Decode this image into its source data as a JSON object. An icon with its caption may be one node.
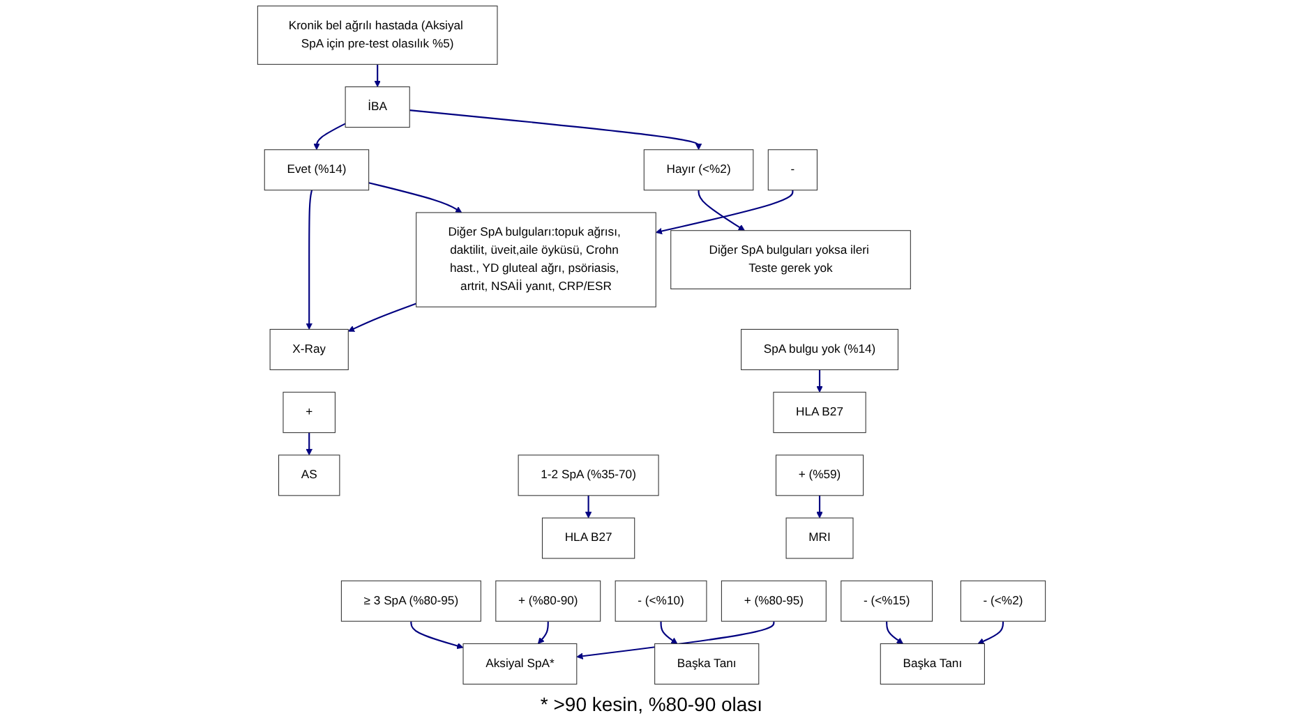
{
  "diagram": {
    "nodes": [
      {
        "text": [
          "Kronik bel ağrılı hastada (Aksiyal SpA için pre-test olasılık %5)"
        ]
      },
      {
        "text": [
          "İBA"
        ]
      },
      {
        "text": [
          "Evet (%14)"
        ]
      },
      {
        "text": [
          "Hayır (<%2)"
        ]
      },
      {
        "text": [
          "Diğer SpA bulguları:topuk ağrısı, daktilit, üveit,aile öyküsü, Crohn hast., YD gluteal ağrı, psöriasis, artrit, NSAİİ yanıt, CRP/ESR"
        ]
      },
      {
        "text": [
          "Diğer SpA bulguları yoksa ileri Teste gerek yok"
        ]
      },
      {
        "text": [
          "X-Ray"
        ]
      },
      {
        "text": [
          "+"
        ]
      },
      {
        "text": [
          "-"
        ]
      },
      {
        "text": [
          "≥ 3 SpA (%80-95)"
        ]
      },
      {
        "text": [
          "1-2 SpA (%35-70)"
        ]
      },
      {
        "text": [
          "SpA bulgu yok (%14)"
        ]
      },
      {
        "text": [
          "HLA B27"
        ]
      },
      {
        "text": [
          "HLA B27"
        ]
      },
      {
        "text": [
          "+ (%80-90)"
        ]
      },
      {
        "text": [
          "- (<%10)"
        ]
      },
      {
        "text": [
          "+ (%59)"
        ]
      },
      {
        "text": [
          "- (<%2)"
        ]
      },
      {
        "text": [
          "Başka Tanı"
        ]
      },
      {
        "text": [
          "MRI"
        ]
      },
      {
        "text": [
          "AS"
        ]
      },
      {
        "text": [
          "Aksiyal SpA*"
        ]
      },
      {
        "text": [
          "+ (%80-95)"
        ]
      },
      {
        "text": [
          "- (<%15)"
        ]
      },
      {
        "text": [
          "Başka Tanı"
        ]
      }
    ],
    "edges": [
      {
        "from": 0,
        "to": 1,
        "arrow": "to"
      },
      {
        "from": 1,
        "to": 2,
        "arrow": "to"
      },
      {
        "from": 1,
        "to": 3,
        "arrow": "to"
      },
      {
        "from": 3,
        "to": 5,
        "arrow": "to"
      },
      {
        "from": 2,
        "to": 6,
        "arrow": "to"
      },
      {
        "from": 2,
        "to": 4,
        "arrow": "to"
      },
      {
        "from": 4,
        "to": 6,
        "arrow": "to"
      },
      {
        "from": 8,
        "to": 4,
        "arrow": "to"
      },
      {
        "from": 7,
        "to": 20,
        "arrow": "to"
      },
      {
        "from": 10,
        "to": 12,
        "arrow": "to"
      },
      {
        "from": 11,
        "to": 13,
        "arrow": "to"
      },
      {
        "from": 9,
        "to": 21,
        "arrow": "to"
      },
      {
        "from": 14,
        "to": 21,
        "arrow": "to"
      },
      {
        "from": 15,
        "to": 18,
        "arrow": "to"
      },
      {
        "from": 16,
        "to": 19,
        "arrow": "to"
      },
      {
        "from": 17,
        "to": 24,
        "arrow": "to"
      },
      {
        "from": 22,
        "to": 21,
        "arrow": "to"
      },
      {
        "from": 23,
        "to": 24,
        "arrow": "to"
      }
    ],
    "labels": [
      "* >90 kesin, %80-90 olası"
    ]
  }
}
